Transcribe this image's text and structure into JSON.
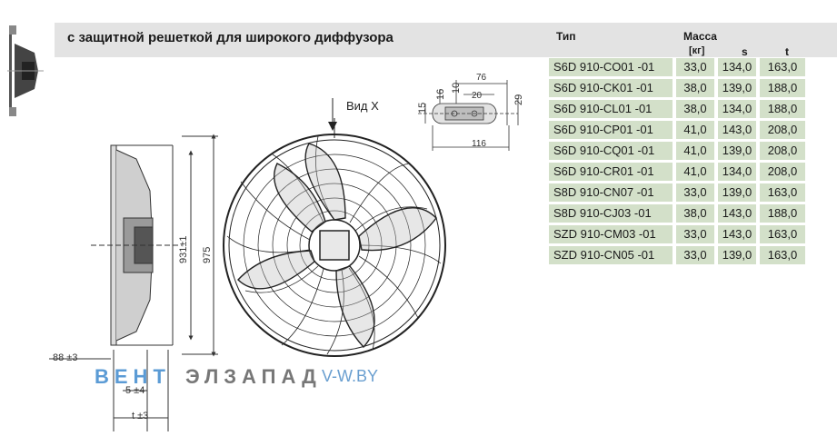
{
  "header": {
    "title": "с защитной решеткой для широкого диффузора"
  },
  "columns": {
    "type": "Тип",
    "mass": "Масса",
    "mass_unit": "[кг]",
    "s": "s",
    "t": "t"
  },
  "rows": [
    {
      "type": "S6D 910-CO01 -01",
      "mass": "33,0",
      "s": "134,0",
      "t": "163,0"
    },
    {
      "type": "S6D 910-CK01 -01",
      "mass": "38,0",
      "s": "139,0",
      "t": "188,0"
    },
    {
      "type": "S6D 910-CL01 -01",
      "mass": "38,0",
      "s": "134,0",
      "t": "188,0"
    },
    {
      "type": "S6D 910-CP01 -01",
      "mass": "41,0",
      "s": "143,0",
      "t": "208,0"
    },
    {
      "type": "S6D 910-CQ01 -01",
      "mass": "41,0",
      "s": "139,0",
      "t": "208,0"
    },
    {
      "type": "S6D 910-CR01 -01",
      "mass": "41,0",
      "s": "134,0",
      "t": "208,0"
    },
    {
      "type": "S8D 910-CN07 -01",
      "mass": "33,0",
      "s": "139,0",
      "t": "163,0"
    },
    {
      "type": "S8D 910-CJ03 -01",
      "mass": "38,0",
      "s": "143,0",
      "t": "188,0"
    },
    {
      "type": "SZD 910-CM03 -01",
      "mass": "33,0",
      "s": "143,0",
      "t": "163,0"
    },
    {
      "type": "SZD 910-CN05 -01",
      "mass": "33,0",
      "s": "139,0",
      "t": "163,0"
    }
  ],
  "drawing": {
    "view_label": "Вид X",
    "dims": {
      "d931": "931±1",
      "d975": "975",
      "d88": "88 ±3",
      "d5": "5 ±4",
      "t": "t ±3",
      "d76": "76",
      "d20": "20",
      "d116": "116",
      "d16": "16",
      "d10": "10",
      "d15": "15",
      "d29": "29"
    }
  },
  "watermark": {
    "left": "ВЕНТ",
    "right": "ЭЛЗАПАД",
    "url": "V-W.BY"
  },
  "colors": {
    "row_bg": "#d3e0c9",
    "header_band": "#e3e3e3",
    "watermark_blue": "#5b9bd5"
  }
}
